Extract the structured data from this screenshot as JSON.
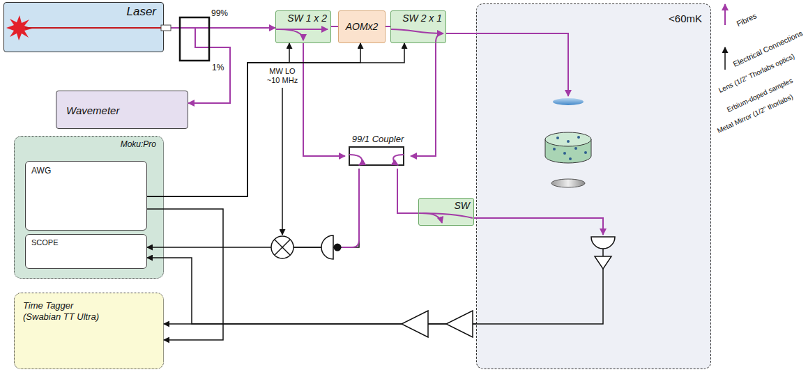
{
  "diagram": {
    "nodes": [
      {
        "text": [
          "Laser"
        ]
      },
      {
        "text": [
          "Wavemeter"
        ]
      },
      {
        "text": [
          "Moku:Pro"
        ]
      },
      {
        "text": [
          "AWG"
        ],
        "in": 2
      },
      {
        "text": [
          "SCOPE"
        ],
        "in": 2
      },
      {
        "text": [
          "Time Tagger (Swabian TT Ultra)"
        ]
      },
      {
        "text": [
          "SW 1 x 2"
        ]
      },
      {
        "text": [
          "AOMx2"
        ]
      },
      {
        "text": [
          "SW 2 x 1"
        ]
      },
      {
        "text": [
          "<60mK"
        ]
      },
      {
        "text": [
          "99/1 Coupler"
        ]
      },
      {
        "text": [
          "SW"
        ]
      }
    ],
    "edges": [
      {
        "from": 0,
        "to": 1,
        "arrow": "to"
      },
      {
        "from": 0,
        "to": 6,
        "arrow": "to"
      },
      {
        "from": 6,
        "to": 7,
        "arrow": "none"
      },
      {
        "from": 7,
        "to": 8,
        "arrow": "none"
      },
      {
        "from": 8,
        "to": 9,
        "arrow": "to"
      },
      {
        "from": 6,
        "to": 10,
        "arrow": "to"
      },
      {
        "from": 8,
        "to": 10,
        "arrow": "to"
      },
      {
        "from": 10,
        "to": 11,
        "arrow": "none"
      },
      {
        "from": 11,
        "to": 9,
        "arrow": "to"
      },
      {
        "from": 10,
        "to": 4,
        "arrow": "to"
      },
      {
        "from": 3,
        "to": 6,
        "arrow": "to"
      },
      {
        "from": 3,
        "to": 7,
        "arrow": "to"
      },
      {
        "from": 3,
        "to": 8,
        "arrow": "to"
      },
      {
        "from": 3,
        "to": 5,
        "arrow": "to"
      },
      {
        "from": 9,
        "to": 5,
        "arrow": "to"
      },
      {
        "from": 9,
        "to": 4,
        "arrow": "to"
      }
    ],
    "labels": [
      "99%",
      "1%",
      "MW LO ~10 MHz"
    ],
    "legend": [
      {
        "text": "Fibres"
      },
      {
        "text": "Electrical Connections"
      },
      {
        "text": "Lens (1/2\" Thorlabs optics)"
      },
      {
        "text": "Erbium-doped samples"
      },
      {
        "text": "Metal Mirror (1/2\" thorlabs)"
      }
    ]
  }
}
